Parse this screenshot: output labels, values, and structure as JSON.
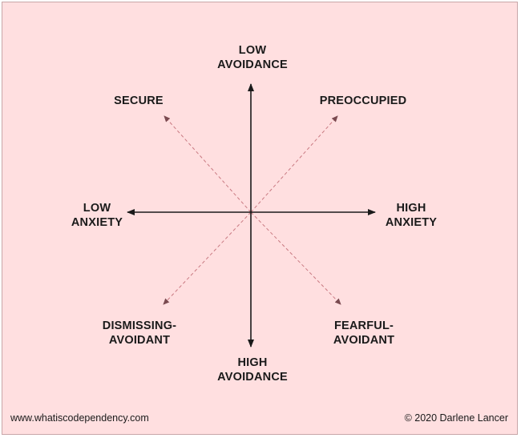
{
  "diagram": {
    "background_color": "#ffdfe0",
    "solid_axis_color": "#1a1a1a",
    "dashed_axis_color": "#c97a82",
    "labels": {
      "top": [
        "LOW",
        "AVOIDANCE"
      ],
      "bottom": [
        "HIGH",
        "AVOIDANCE"
      ],
      "left": [
        "LOW",
        "ANXIETY"
      ],
      "right": [
        "HIGH",
        "ANXIETY"
      ],
      "top_left": [
        "SECURE"
      ],
      "top_right": [
        "PREOCCUPIED"
      ],
      "bottom_left": [
        "DISMISSING-",
        "AVOIDANT"
      ],
      "bottom_right": [
        "FEARFUL-",
        "AVOIDANT"
      ]
    }
  },
  "footer": {
    "website": "www.whatiscodependency.com",
    "copyright": "© 2020 Darlene Lancer"
  }
}
